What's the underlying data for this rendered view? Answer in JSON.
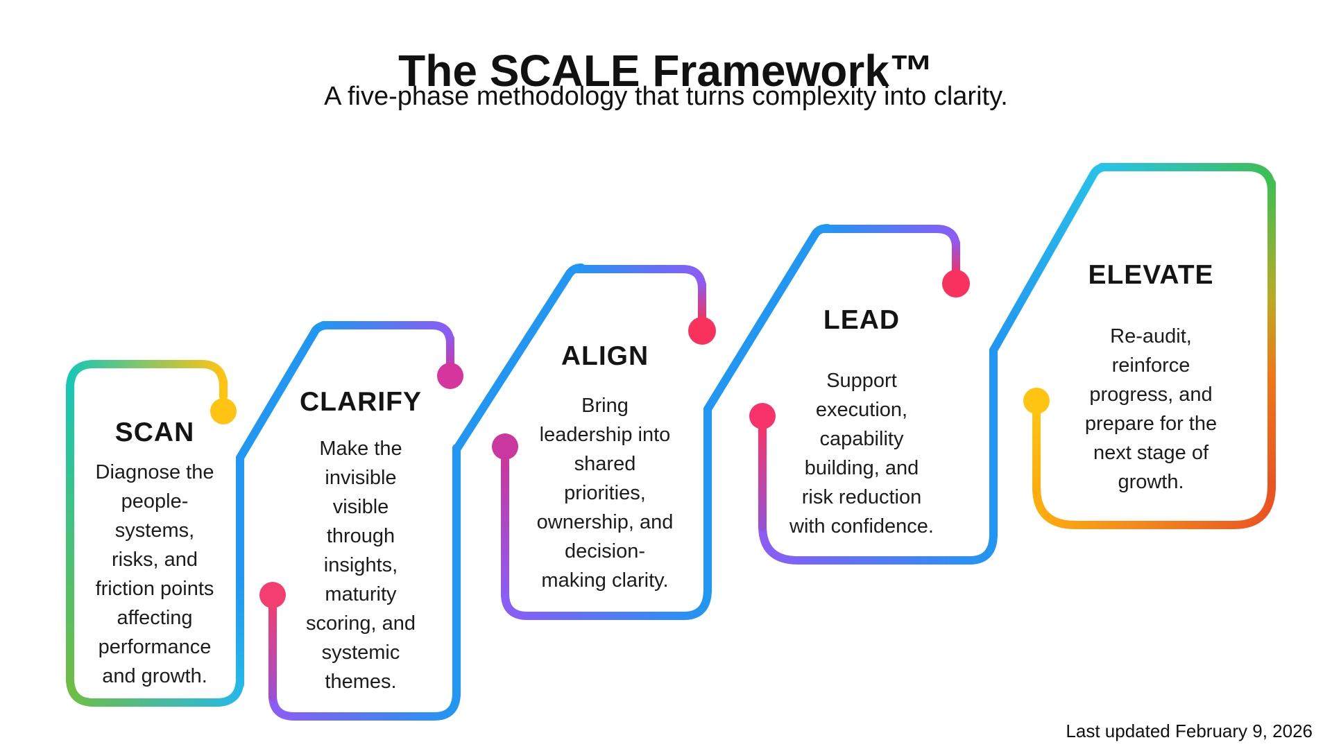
{
  "header": {
    "title": "The SCALE Framework™",
    "subtitle": "A five-phase methodology that turns complexity into clarity."
  },
  "footer": {
    "last_updated": "Last updated February 9, 2026"
  },
  "palette": {
    "blue": "#2196F3",
    "purple": "#8B5CF6",
    "teal": "#18C7B4",
    "green": "#6DBE44",
    "cyan": "#25B8E8",
    "yellow": "#FFC413",
    "magenta": "#D5359C",
    "pink": "#F9315C",
    "orange": "#F07818",
    "red_orange": "#EB5321"
  },
  "phases": [
    {
      "name": "SCAN",
      "description": "Diagnose the\npeople-\nsystems,\nrisks, and\nfriction points\naffecting\nperformance\nand growth.",
      "dots": {
        "top_right": "#FFC413"
      }
    },
    {
      "name": "CLARIFY",
      "description": "Make the\ninvisible\nvisible\nthrough\ninsights,\nmaturity\nscoring, and\nsystemic\nthemes.",
      "dots": {
        "top_right": "#D5359C",
        "left": "#F23E71"
      }
    },
    {
      "name": "ALIGN",
      "description": "Bring\nleadership into\nshared\npriorities,\nownership, and\ndecision-\nmaking clarity.",
      "dots": {
        "top_right": "#F9315C",
        "left": "#C9379F"
      }
    },
    {
      "name": "LEAD",
      "description": "Support\nexecution,\ncapability\nbuilding, and\nrisk reduction\nwith confidence.",
      "dots": {
        "top_right": "#F9315E",
        "left": "#F8336B"
      }
    },
    {
      "name": "ELEVATE",
      "description": "Re-audit,\nreinforce\nprogress, and\nprepare for the\nnext stage of\ngrowth.",
      "dots": {
        "left": "#FFC411"
      }
    }
  ]
}
